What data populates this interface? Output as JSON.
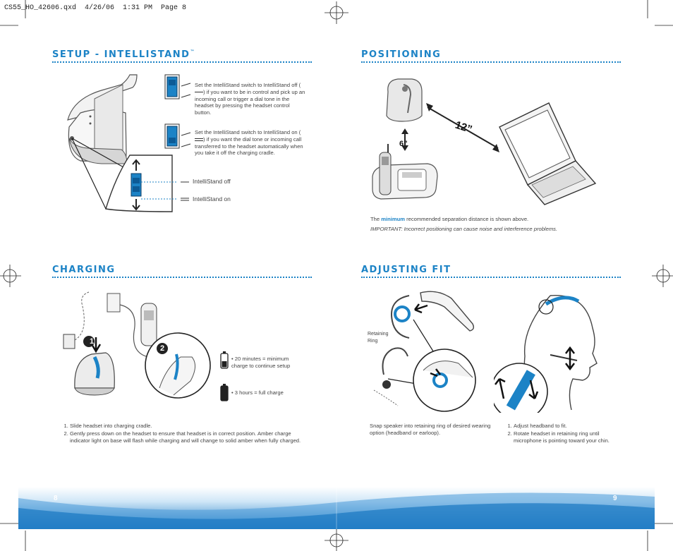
{
  "slug": "CS55_HO_42606.qxd  4/26/06  1:31 PM  Page 8",
  "colors": {
    "accent": "#1c83c6",
    "footer_light": "#e8f3fb",
    "footer_dark": "#1a78c2"
  },
  "setup": {
    "heading": "SETUP - INTELLISTAND",
    "tm": "™",
    "off_text_pre": "Set the IntelliStand switch to IntelliStand off (",
    "off_text_post": ") if you want to be in control and pick up an incoming call or trigger a dial tone in the headset by pressing the headset control button.",
    "on_text_pre": "Set the IntelliStand switch to IntelliStand on (",
    "on_text_post": ") if you want the dial tone or incoming call transferred to the headset automatically when you take it off the charging cradle.",
    "label_off": "IntelliStand off",
    "label_on": "IntelliStand on"
  },
  "positioning": {
    "heading": "POSITIONING",
    "dist_12": "12”",
    "dist_6": "6”",
    "note_pre": "The ",
    "note_bold": "minimum",
    "note_post": " recommended separation distance is shown above.",
    "important": "IMPORTANT: Incorrect positioning can cause  noise and interference problems."
  },
  "charging": {
    "heading": "CHARGING",
    "step1_badge": "1",
    "step2_badge": "2",
    "bullet1": "• 20 minutes = minimum charge to continue setup",
    "bullet2": "• 3 hours = full charge",
    "steps": [
      "Slide headset into charging cradle.",
      "Gently press down on the headset to ensure that headset is in correct position. Amber charge indicator light on base will flash while charging and will change to solid amber when fully charged."
    ]
  },
  "adjusting": {
    "heading": "ADJUSTING FIT",
    "retaining_ring": "Retaining Ring",
    "snap_text": "Snap speaker into retaining ring of desired wearing option (headband or earloop).",
    "steps": [
      "Adjust headband to fit.",
      "Rotate headset in retaining ring until microphone is pointing toward your chin."
    ]
  },
  "footer": {
    "page_left": "8",
    "page_right": "9"
  }
}
